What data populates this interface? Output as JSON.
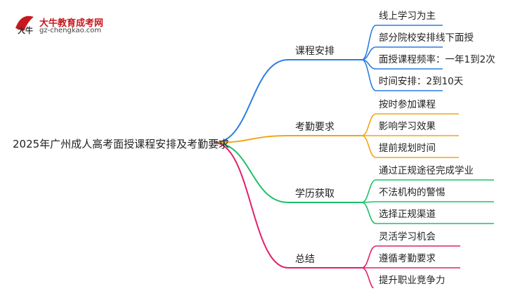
{
  "logo": {
    "brand": "大牛教育成考网",
    "url": "gz-chengkao.com",
    "mark": "大牛"
  },
  "mindmap": {
    "root": "2025年广州成人高考面授课程安排及考勤要求",
    "branches": [
      {
        "label": "课程安排",
        "color": "#2a7de1",
        "children": [
          "线上学习为主",
          "部分院校安排线下面授",
          "面授课程频率：一年1到2次",
          "时间安排：2到10天"
        ]
      },
      {
        "label": "考勤要求",
        "color": "#f2a516",
        "children": [
          "按时参加课程",
          "影响学习效果",
          "提前规划时间"
        ]
      },
      {
        "label": "学历获取",
        "color": "#1fbf6a",
        "children": [
          "通过正规途径完成学业",
          "不法机构的警惕",
          "选择正规渠道"
        ]
      },
      {
        "label": "总结",
        "color": "#e0206b",
        "children": [
          "灵活学习机会",
          "遵循考勤要求",
          "提升职业竞争力"
        ]
      }
    ]
  }
}
